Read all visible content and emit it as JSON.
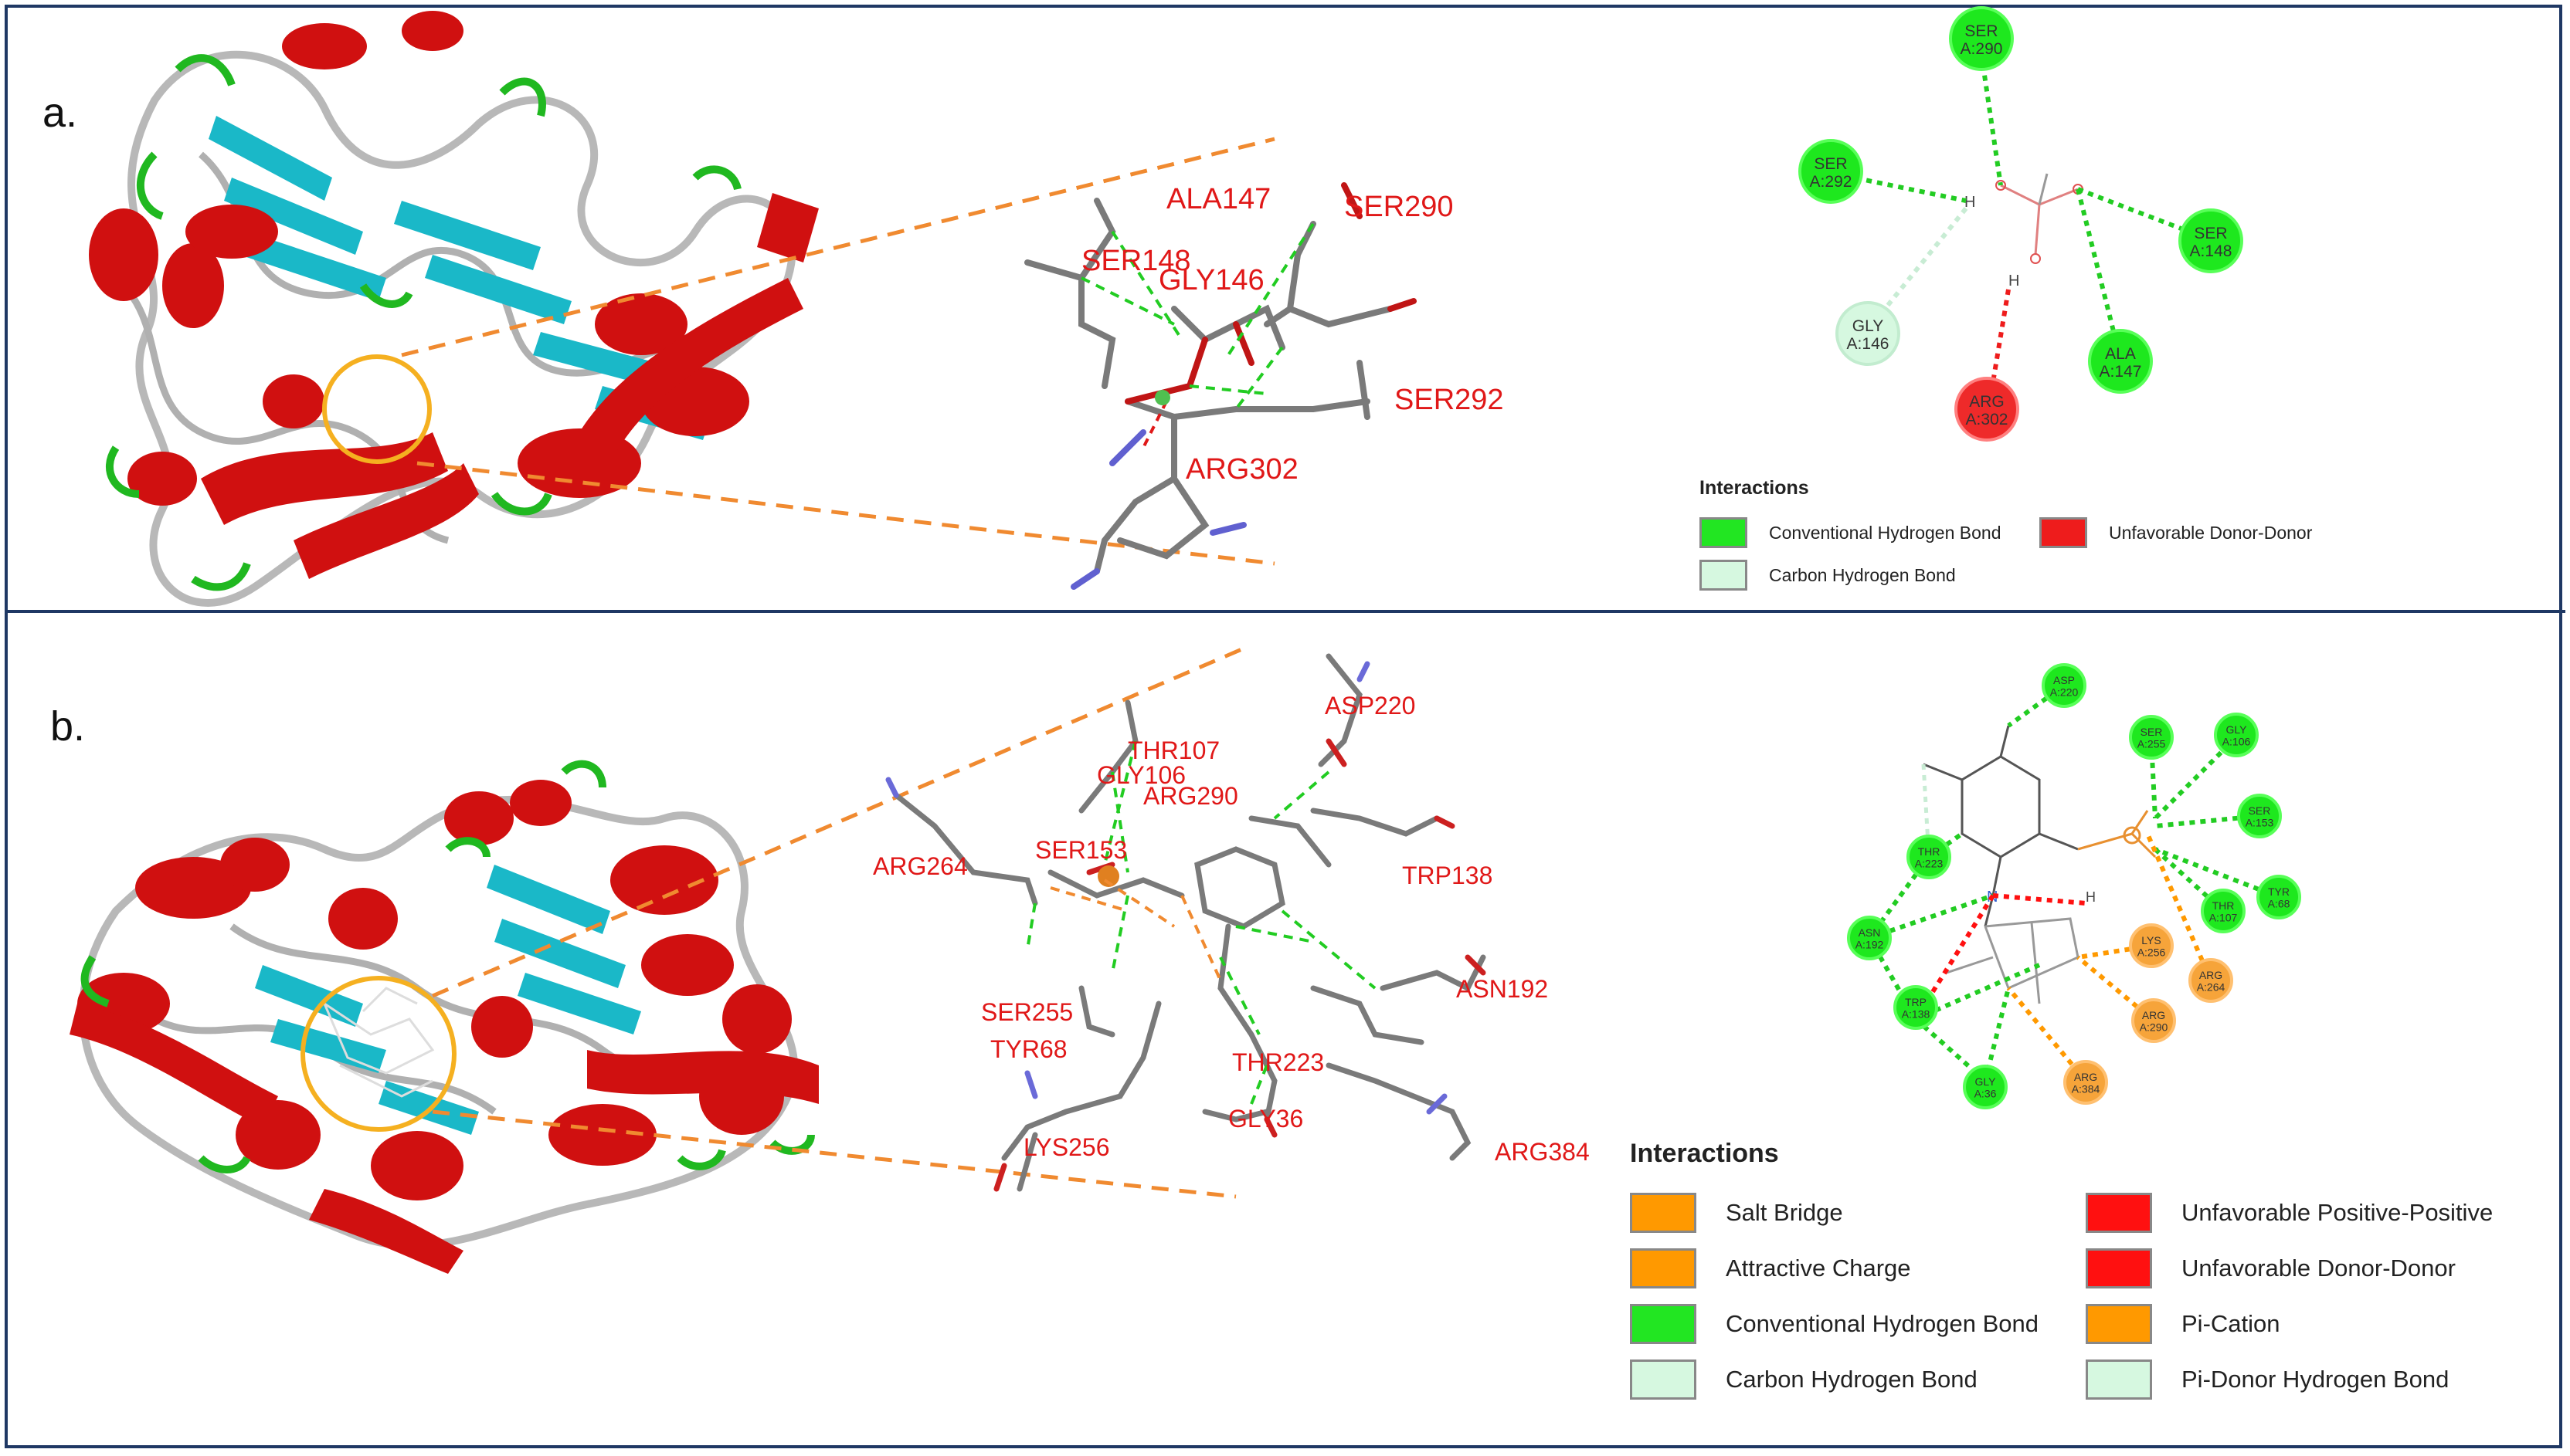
{
  "panel_a": {
    "label": "a.",
    "residue_labels": [
      "ALA147",
      "SER290",
      "SER148",
      "GLY146",
      "SER292",
      "ARG302"
    ],
    "nodes": [
      {
        "line1": "SER",
        "line2": "A:290",
        "type": "conventional"
      },
      {
        "line1": "SER",
        "line2": "A:292",
        "type": "conventional"
      },
      {
        "line1": "SER",
        "line2": "A:148",
        "type": "conventional"
      },
      {
        "line1": "GLY",
        "line2": "A:146",
        "type": "carbon"
      },
      {
        "line1": "ALA",
        "line2": "A:147",
        "type": "conventional"
      },
      {
        "line1": "ARG",
        "line2": "A:302",
        "type": "unfavorable"
      }
    ],
    "legend": {
      "title": "Interactions",
      "items": [
        {
          "label": "Conventional Hydrogen Bond",
          "color": "#22e622"
        },
        {
          "label": "Unfavorable Donor-Donor",
          "color": "#ee1c1c"
        },
        {
          "label": "Carbon Hydrogen Bond",
          "color": "#d6f8e0"
        }
      ]
    }
  },
  "panel_b": {
    "label": "b.",
    "residue_labels": [
      "ASP220",
      "THR107",
      "GLY106",
      "ARG290",
      "ARG264",
      "SER153",
      "TRP138",
      "ASN192",
      "SER255",
      "TYR68",
      "THR223",
      "LYS256",
      "GLY36",
      "ARG384"
    ],
    "nodes": [
      {
        "line1": "ASP",
        "line2": "A:220",
        "type": "conventional"
      },
      {
        "line1": "SER",
        "line2": "A:255",
        "type": "conventional"
      },
      {
        "line1": "GLY",
        "line2": "A:106",
        "type": "conventional"
      },
      {
        "line1": "SER",
        "line2": "A:153",
        "type": "conventional"
      },
      {
        "line1": "THR",
        "line2": "A:223",
        "type": "conventional"
      },
      {
        "line1": "THR",
        "line2": "A:107",
        "type": "conventional"
      },
      {
        "line1": "TYR",
        "line2": "A:68",
        "type": "conventional"
      },
      {
        "line1": "ASN",
        "line2": "A:192",
        "type": "conventional"
      },
      {
        "line1": "LYS",
        "line2": "A:256",
        "type": "charge"
      },
      {
        "line1": "ARG",
        "line2": "A:264",
        "type": "charge"
      },
      {
        "line1": "TRP",
        "line2": "A:138",
        "type": "conventional"
      },
      {
        "line1": "ARG",
        "line2": "A:290",
        "type": "charge"
      },
      {
        "line1": "GLY",
        "line2": "A:36",
        "type": "conventional"
      },
      {
        "line1": "ARG",
        "line2": "A:384",
        "type": "charge"
      }
    ],
    "legend": {
      "title": "Interactions",
      "items": [
        {
          "label": "Salt Bridge",
          "color": "#ff9900"
        },
        {
          "label": "Unfavorable Positive-Positive",
          "color": "#ff1010"
        },
        {
          "label": "Attractive Charge",
          "color": "#ff9900"
        },
        {
          "label": "Unfavorable Donor-Donor",
          "color": "#ff1010"
        },
        {
          "label": "Conventional Hydrogen Bond",
          "color": "#22e622"
        },
        {
          "label": "Pi-Cation",
          "color": "#ff9900"
        },
        {
          "label": "Carbon Hydrogen Bond",
          "color": "#d6f8e0"
        },
        {
          "label": "Pi-Donor Hydrogen Bond",
          "color": "#d6f8e0"
        }
      ]
    }
  }
}
